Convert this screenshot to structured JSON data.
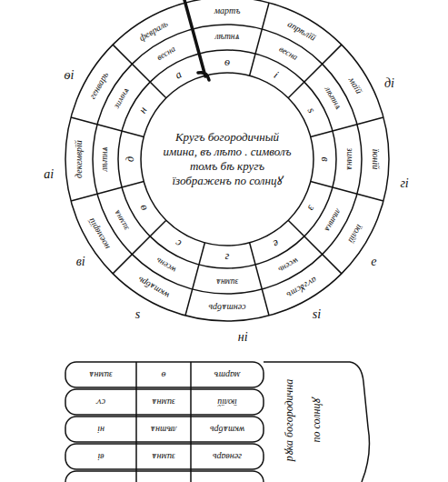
{
  "diagram": {
    "nodes": [
      {
        "text": [
          "Кругъ богородичный имина, въ лѣто . символъ томъ бѣ кругъ їзображенъ по солнцꙋ"
        ]
      }
    ],
    "labels": [
      "ѳі",
      "аі",
      "ві",
      "ѕ",
      "ні",
      "ѕі",
      "е",
      "гі",
      "ді",
      "мартъ",
      "апрѣлїй",
      "маїй",
      "їюнїй",
      "їюлїй",
      "аѵгꙋстъ",
      "сентѧбрь",
      "ѡктѧбрь",
      "ноемврїй",
      "декемврїй",
      "генварь",
      "февраль",
      "лѣтнѧ",
      "весна",
      "лѣтнѧ",
      "зимнѧ",
      "лѣтнѧ",
      "ѡсень",
      "зимнѧ",
      "ѡсень",
      "зимнѧ",
      "лѣтнѧ",
      "зимнѧ",
      "весна",
      "ѳ",
      "і",
      "ѕ",
      "в",
      "з",
      "е",
      "г",
      "с",
      "ѳ",
      "д",
      "н",
      "а",
      "зимнѧ",
      "ѳ",
      "мартъ",
      "сѵ",
      "зимнѧ",
      "їюлїй",
      "ні",
      "лѣтнѧ",
      "ѡктѧбрь",
      "ві",
      "зимнѧ",
      "генварь",
      "рꙋка богородична",
      "по солнцꙋ"
    ]
  }
}
